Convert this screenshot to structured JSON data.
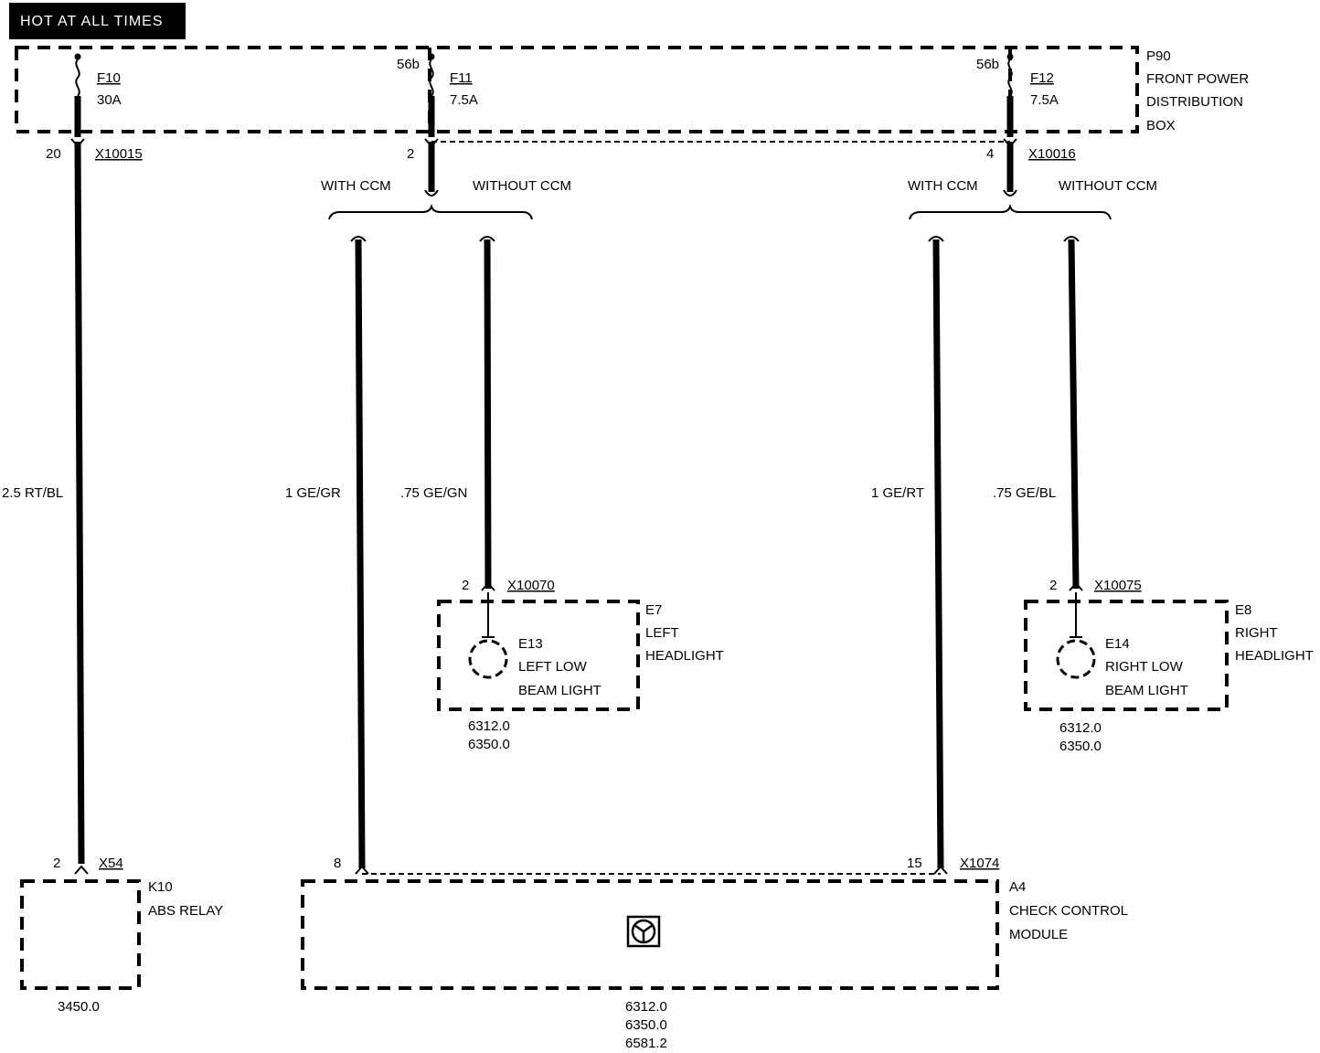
{
  "header": {
    "title": "HOT AT ALL TIMES"
  },
  "power_box": {
    "id": "P90",
    "name_lines": [
      "FRONT POWER",
      "DISTRIBUTION",
      "BOX"
    ],
    "f10": {
      "name": "F10",
      "rating": "30A"
    },
    "f11": {
      "name": "F11",
      "rating": "7.5A",
      "terminal": "56b"
    },
    "f12": {
      "name": "F12",
      "rating": "7.5A",
      "terminal": "56b"
    }
  },
  "connectors": {
    "x10015": {
      "name": "X10015",
      "pin": "20"
    },
    "x10016": {
      "name": "X10016",
      "pin_left": "2",
      "pin_right": "4"
    },
    "x10070": {
      "name": "X10070",
      "pin": "2"
    },
    "x10075": {
      "name": "X10075",
      "pin": "2"
    },
    "x54": {
      "name": "X54",
      "pin": "2"
    },
    "x1074": {
      "name": "X1074",
      "pin_left": "8",
      "pin_right": "15"
    }
  },
  "branches": {
    "with_ccm": "WITH CCM",
    "without_ccm": "WITHOUT CCM"
  },
  "wires": {
    "w1": "2.5 RT/BL",
    "w2": "1 GE/GR",
    "w3": ".75 GE/GN",
    "w4": "1 GE/RT",
    "w5": ".75 GE/BL"
  },
  "components": {
    "e7": {
      "id": "E7",
      "lines": [
        "LEFT",
        "HEADLIGHT"
      ]
    },
    "e13": {
      "id": "E13",
      "lines": [
        "LEFT LOW",
        "BEAM LIGHT"
      ],
      "refs": [
        "6312.0",
        "6350.0"
      ]
    },
    "e8": {
      "id": "E8",
      "lines": [
        "RIGHT",
        "HEADLIGHT"
      ]
    },
    "e14": {
      "id": "E14",
      "lines": [
        "RIGHT LOW",
        "BEAM LIGHT"
      ],
      "refs": [
        "6312.0",
        "6350.0"
      ]
    },
    "k10": {
      "id": "K10",
      "lines": [
        "ABS RELAY"
      ],
      "refs": [
        "3450.0"
      ]
    },
    "a4": {
      "id": "A4",
      "lines": [
        "CHECK CONTROL",
        "MODULE"
      ],
      "refs": [
        "6312.0",
        "6350.0",
        "6581.2"
      ]
    }
  }
}
